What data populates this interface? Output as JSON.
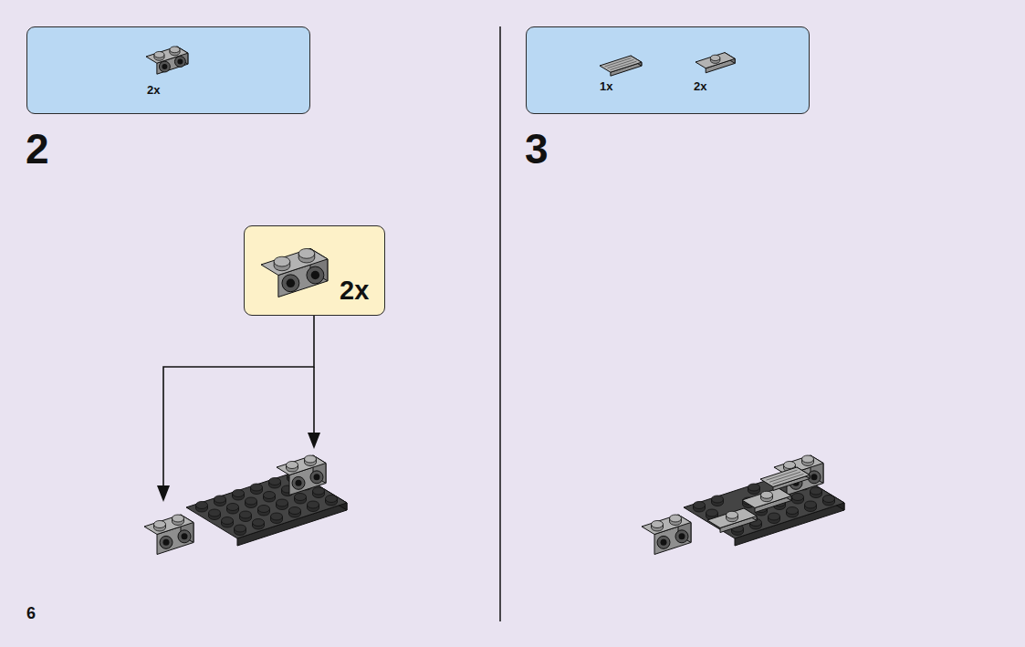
{
  "diagram": {
    "nodes": [
      {
        "text": [
          "2x"
        ]
      },
      {
        "text": [
          "1x",
          "2x"
        ]
      },
      {
        "text": [
          "2x"
        ]
      }
    ],
    "labels": [
      "2",
      "3",
      "6"
    ]
  }
}
